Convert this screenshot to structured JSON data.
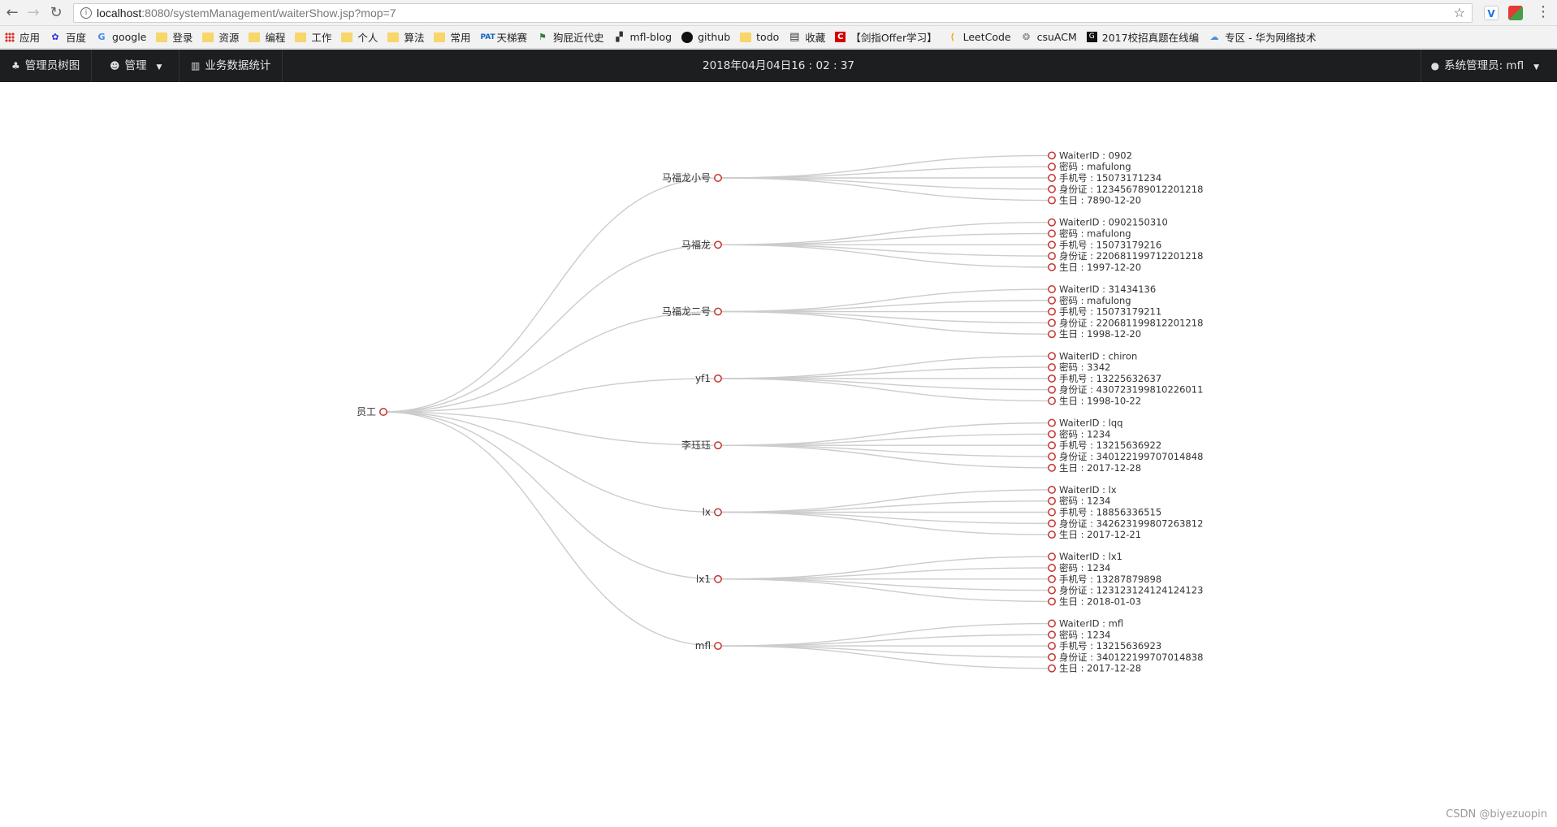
{
  "browser": {
    "url_host": "localhost",
    "url_rest": ":8080/systemManagement/waiterShow.jsp?mop=7",
    "bookmarks": [
      {
        "label": "应用",
        "icon": "apps-grid-icon"
      },
      {
        "label": "百度",
        "icon": "baidu-icon"
      },
      {
        "label": "google",
        "icon": "google-icon"
      },
      {
        "label": "登录",
        "icon": "folder-icon"
      },
      {
        "label": "资源",
        "icon": "folder-icon"
      },
      {
        "label": "编程",
        "icon": "folder-icon"
      },
      {
        "label": "工作",
        "icon": "folder-icon"
      },
      {
        "label": "个人",
        "icon": "folder-icon"
      },
      {
        "label": "算法",
        "icon": "folder-icon"
      },
      {
        "label": "常用",
        "icon": "folder-icon"
      },
      {
        "label": "天梯赛",
        "icon": "pat-icon"
      },
      {
        "label": "狗屁近代史",
        "icon": "flag-icon"
      },
      {
        "label": "mfl-blog",
        "icon": "blog-icon"
      },
      {
        "label": "github",
        "icon": "github-icon"
      },
      {
        "label": "todo",
        "icon": "folder-icon"
      },
      {
        "label": "收藏",
        "icon": "book-icon"
      },
      {
        "label": "【剑指Offer学习】",
        "icon": "csdn-icon"
      },
      {
        "label": "LeetCode",
        "icon": "leetcode-icon"
      },
      {
        "label": "csuACM",
        "icon": "acm-icon"
      },
      {
        "label": "2017校招真题在线编",
        "icon": "nowcoder-icon"
      },
      {
        "label": "专区 - 华为网络技术",
        "icon": "cloud-icon"
      }
    ]
  },
  "appbar": {
    "tree_label": "管理员树图",
    "manage_label": "管理",
    "stats_label": "业务数据统计",
    "clock": "2018年04月04日16 : 02 : 37",
    "user_label": "系统管理员: mfl"
  },
  "tree": {
    "root": "员工",
    "waiters": [
      {
        "name": "马福龙小号",
        "fields": [
          "WaiterID : 0902",
          "密码 : mafulong",
          "手机号 : 15073171234",
          "身份证 : 123456789012201218",
          "生日 : 7890-12-20"
        ]
      },
      {
        "name": "马福龙",
        "fields": [
          "WaiterID : 0902150310",
          "密码 : mafulong",
          "手机号 : 15073179216",
          "身份证 : 220681199712201218",
          "生日 : 1997-12-20"
        ]
      },
      {
        "name": "马福龙二号",
        "fields": [
          "WaiterID : 31434136",
          "密码 : mafulong",
          "手机号 : 15073179211",
          "身份证 : 220681199812201218",
          "生日 : 1998-12-20"
        ]
      },
      {
        "name": "yf1",
        "fields": [
          "WaiterID : chiron",
          "密码 : 3342",
          "手机号 : 13225632637",
          "身份证 : 430723199810226011",
          "生日 : 1998-10-22"
        ]
      },
      {
        "name": "李珏珏",
        "fields": [
          "WaiterID : lqq",
          "密码 : 1234",
          "手机号 : 13215636922",
          "身份证 : 340122199707014848",
          "生日 : 2017-12-28"
        ]
      },
      {
        "name": "lx",
        "fields": [
          "WaiterID : lx",
          "密码 : 1234",
          "手机号 : 18856336515",
          "身份证 : 342623199807263812",
          "生日 : 2017-12-21"
        ]
      },
      {
        "name": "lx1",
        "fields": [
          "WaiterID : lx1",
          "密码 : 1234",
          "手机号 : 13287879898",
          "身份证 : 123123124124124123",
          "生日 : 2018-01-03"
        ]
      },
      {
        "name": "mfl",
        "fields": [
          "WaiterID : mfl",
          "密码 : 1234",
          "手机号 : 13215636923",
          "身份证 : 340122199707014838",
          "生日 : 2017-12-28"
        ]
      }
    ]
  },
  "watermark": "CSDN @biyezuopin",
  "colors": {
    "node_stroke": "#c23531",
    "link": "#cccccc",
    "appbar_bg": "#1d1e20"
  }
}
